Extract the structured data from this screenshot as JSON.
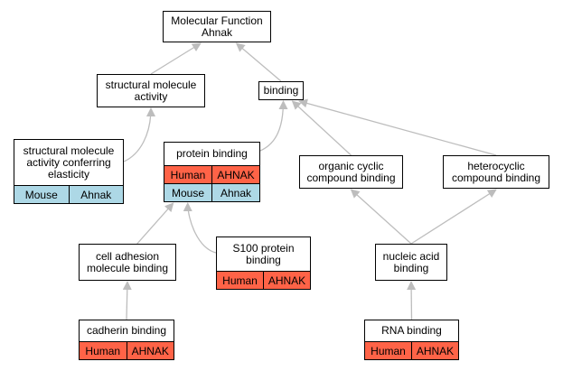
{
  "diagram": {
    "colors": {
      "human": "#ff6347",
      "mouse": "#add8e6",
      "edge": "#bdbdbd",
      "border": "#000000"
    },
    "nodes": [
      {
        "id": "mf-ahnak",
        "label": "Molecular Function\nAhnak"
      },
      {
        "id": "structural-molecule-activity",
        "label": "structural molecule\nactivity"
      },
      {
        "id": "binding",
        "label": "binding"
      },
      {
        "id": "structural-elasticity",
        "label": "structural molecule\nactivity conferring\nelasticity",
        "annotations": [
          {
            "species": "Mouse",
            "gene": "Ahnak",
            "color": "mouse"
          }
        ]
      },
      {
        "id": "protein-binding",
        "label": "protein binding",
        "annotations": [
          {
            "species": "Human",
            "gene": "AHNAK",
            "color": "human"
          },
          {
            "species": "Mouse",
            "gene": "Ahnak",
            "color": "mouse"
          }
        ]
      },
      {
        "id": "organic-cyclic",
        "label": "organic cyclic\ncompound binding"
      },
      {
        "id": "heterocyclic",
        "label": "heterocyclic\ncompound binding"
      },
      {
        "id": "cell-adhesion",
        "label": "cell adhesion\nmolecule binding"
      },
      {
        "id": "s100",
        "label": "S100 protein\nbinding",
        "annotations": [
          {
            "species": "Human",
            "gene": "AHNAK",
            "color": "human"
          }
        ]
      },
      {
        "id": "nucleic-acid",
        "label": "nucleic acid\nbinding"
      },
      {
        "id": "cadherin",
        "label": "cadherin binding",
        "annotations": [
          {
            "species": "Human",
            "gene": "AHNAK",
            "color": "human"
          }
        ]
      },
      {
        "id": "rna-binding",
        "label": "RNA binding",
        "annotations": [
          {
            "species": "Human",
            "gene": "AHNAK",
            "color": "human"
          }
        ]
      }
    ],
    "edges": [
      {
        "from": "structural-molecule-activity",
        "to": "mf-ahnak"
      },
      {
        "from": "binding",
        "to": "mf-ahnak"
      },
      {
        "from": "structural-elasticity",
        "to": "structural-molecule-activity"
      },
      {
        "from": "protein-binding",
        "to": "binding"
      },
      {
        "from": "organic-cyclic",
        "to": "binding"
      },
      {
        "from": "heterocyclic",
        "to": "binding"
      },
      {
        "from": "cell-adhesion",
        "to": "protein-binding"
      },
      {
        "from": "s100",
        "to": "protein-binding"
      },
      {
        "from": "cadherin",
        "to": "cell-adhesion"
      },
      {
        "from": "nucleic-acid",
        "to": "organic-cyclic"
      },
      {
        "from": "nucleic-acid",
        "to": "heterocyclic"
      },
      {
        "from": "rna-binding",
        "to": "nucleic-acid"
      }
    ]
  }
}
